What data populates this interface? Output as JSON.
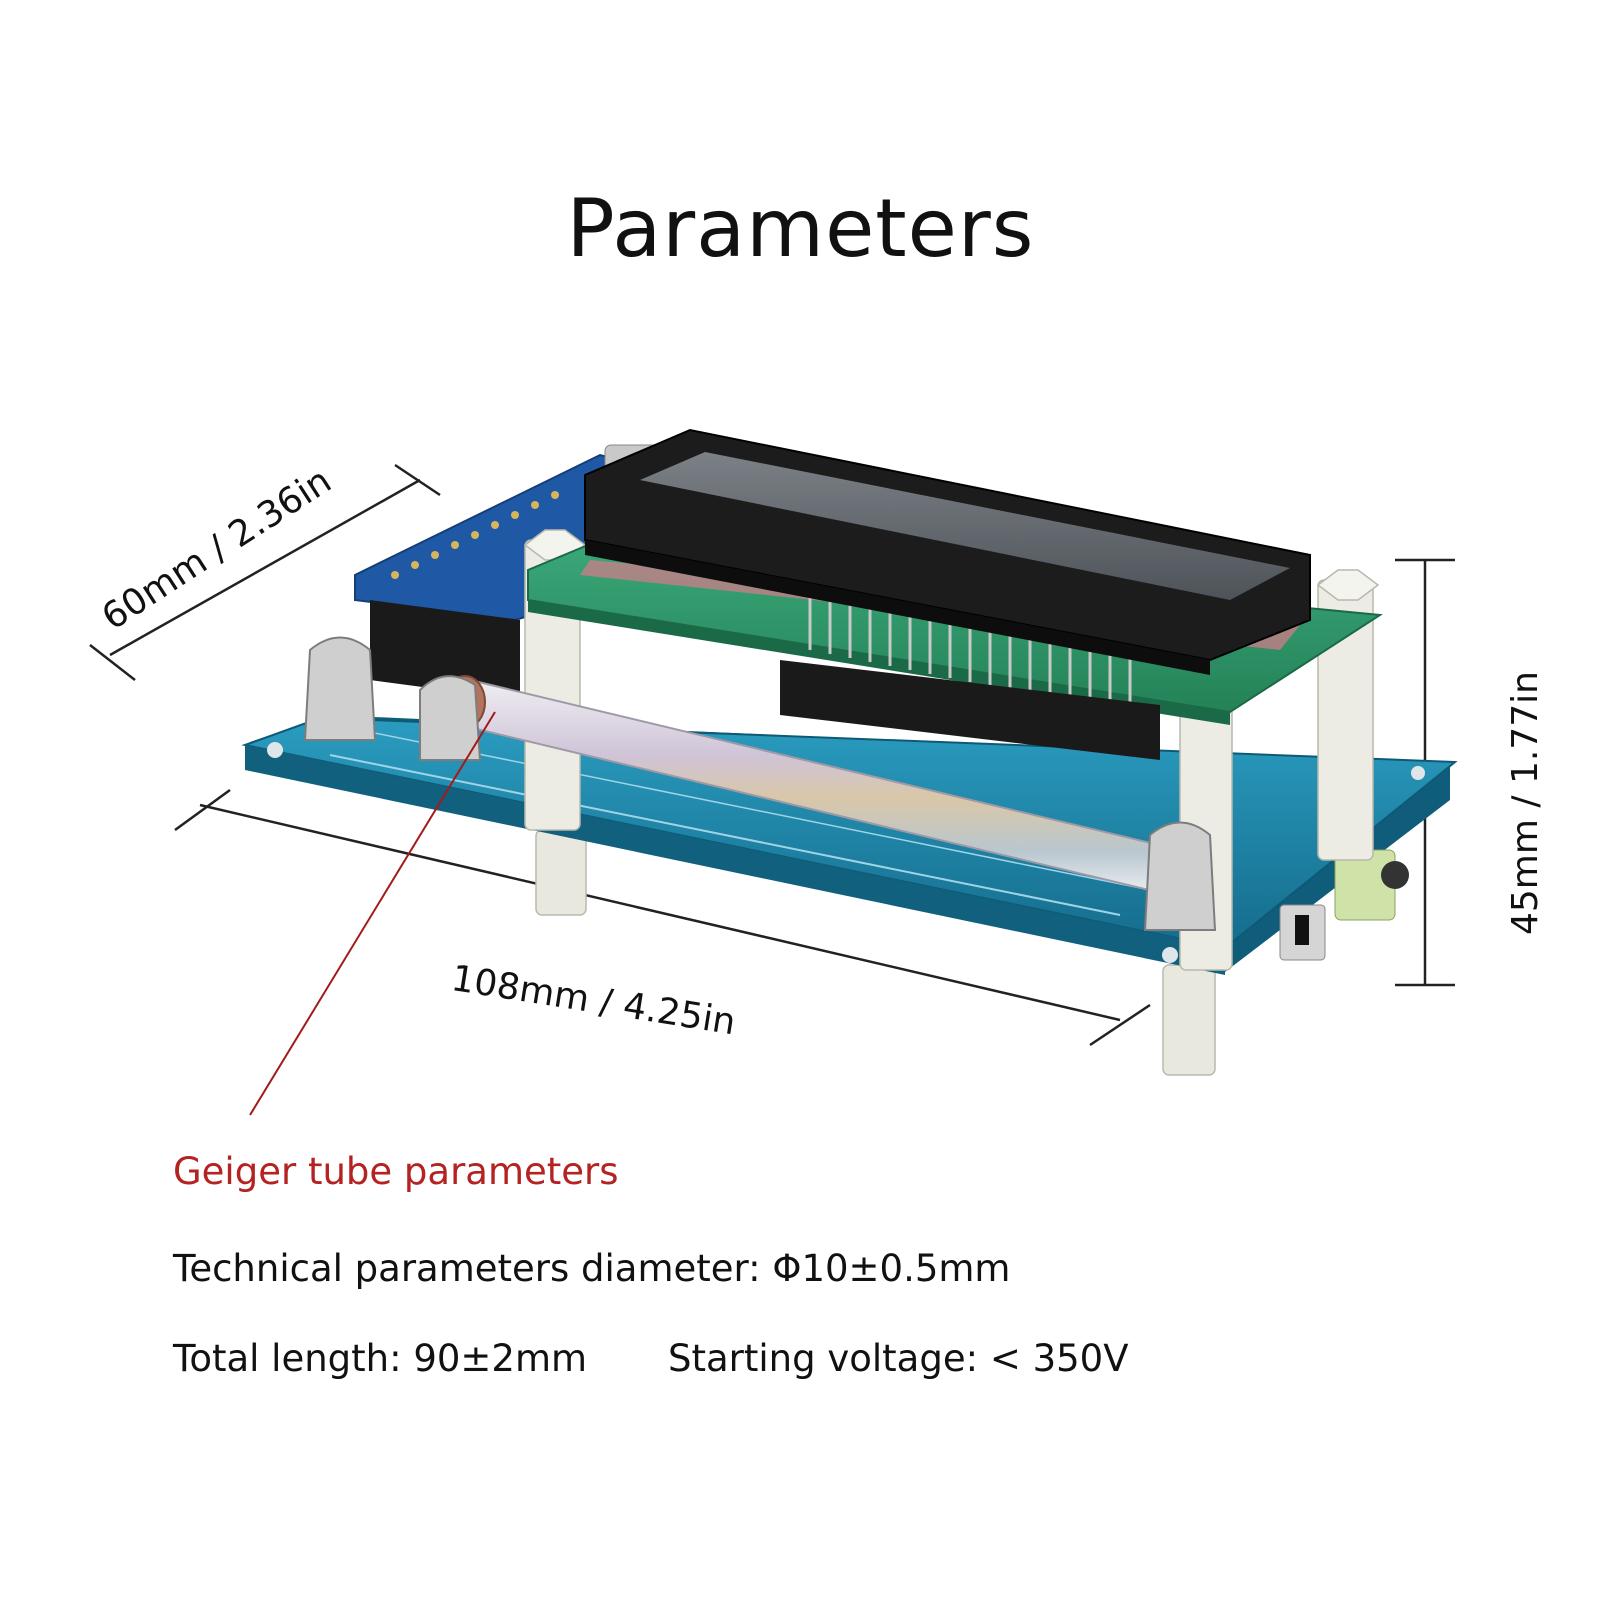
{
  "title": "Parameters",
  "dimensions": {
    "width": "60mm / 2.36in",
    "length": "108mm / 4.25in",
    "height": "45mm / 1.77in"
  },
  "geiger": {
    "heading": "Geiger tube parameters",
    "diameter": "Technical parameters diameter: Φ10±0.5mm",
    "total_length": "Total length: 90±2mm",
    "starting_voltage": "Starting voltage: < 350V"
  },
  "colors": {
    "heading_red": "#b42222",
    "pcb_base": "#1d86a8",
    "pcb_top": "#2e9a6c",
    "lcd_body": "#1c1c1c",
    "lcd_screen": "#6c7276",
    "standoff": "#ecece4",
    "leader_line": "#a31a1a"
  },
  "colors_text_note": null
}
